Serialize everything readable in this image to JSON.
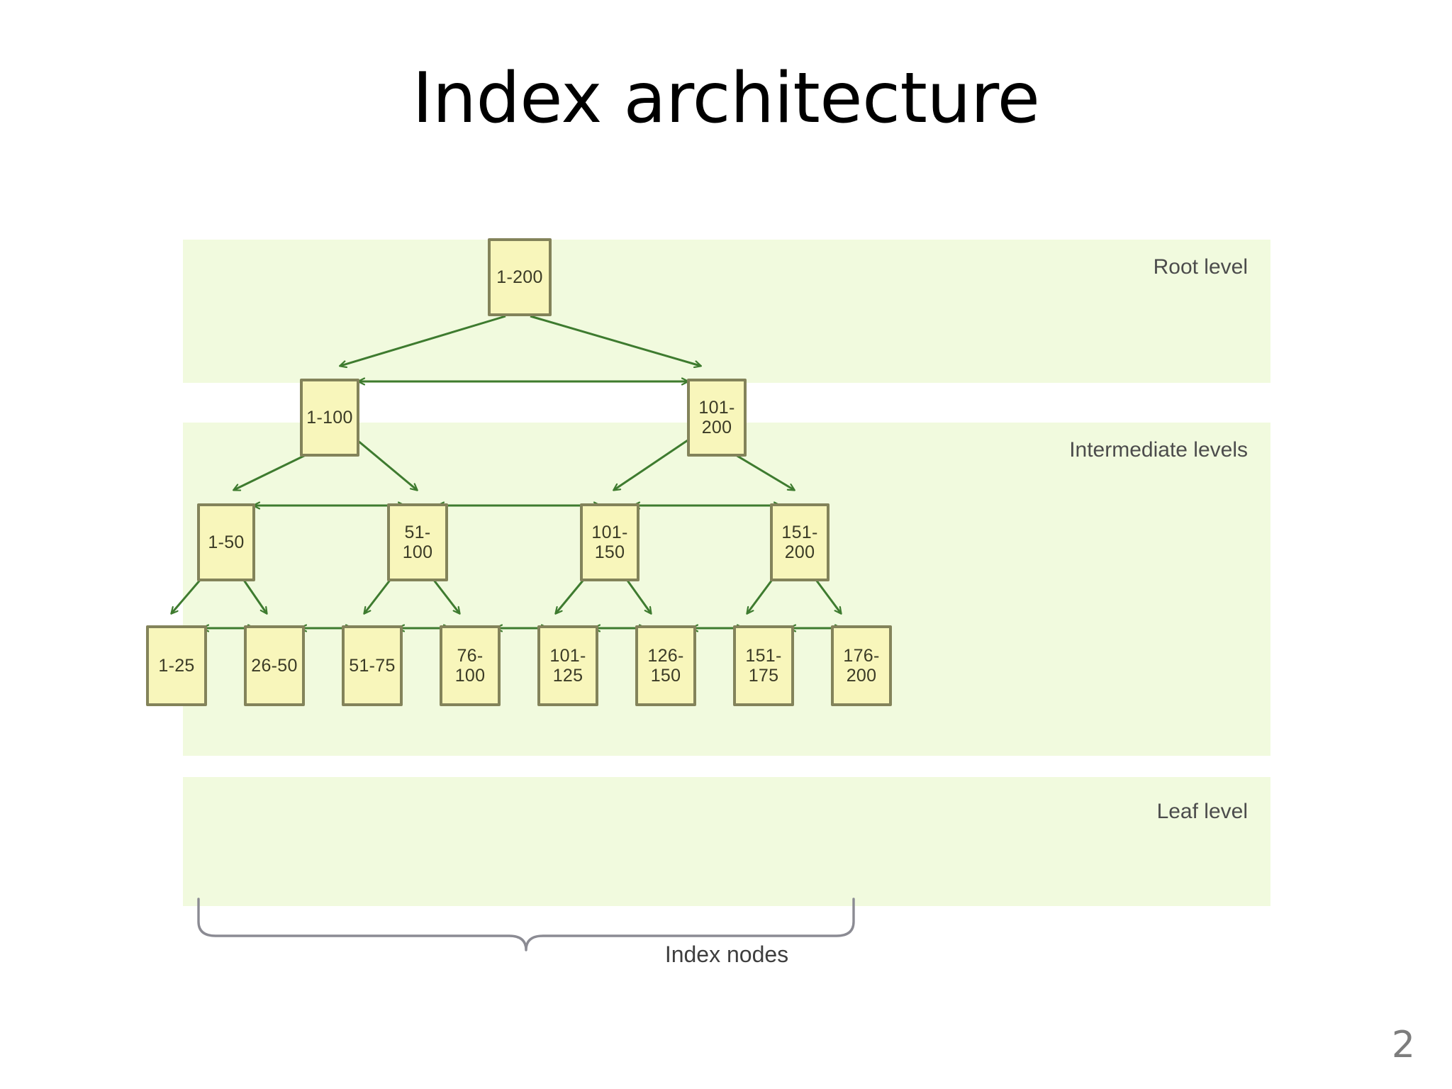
{
  "slide": {
    "title": "Index architecture",
    "page_number": "2",
    "caption": "Index nodes"
  },
  "colors": {
    "band_background": "#f1fade",
    "node_fill": "#f8f6bb",
    "node_border": "#83835a",
    "edge": "#3e7b2f",
    "title_text": "#000000",
    "label_text": "#4c4c4c",
    "page_number_text": "#7d7d7d",
    "brace": "#8b8b93"
  },
  "diagram": {
    "bands": [
      {
        "id": "root",
        "label": "Root level"
      },
      {
        "id": "intermediate",
        "label": "Intermediate levels"
      },
      {
        "id": "leaf",
        "label": "Leaf level"
      }
    ],
    "levels": [
      {
        "id": "root-level",
        "nodes": [
          {
            "id": "root-1-200",
            "label": "1-200"
          }
        ]
      },
      {
        "id": "intermediate-level-1",
        "nodes": [
          {
            "id": "mid1-1-100",
            "label": "1-100"
          },
          {
            "id": "mid1-101-200",
            "label": "101-\n200"
          }
        ]
      },
      {
        "id": "intermediate-level-2",
        "nodes": [
          {
            "id": "mid2-1-50",
            "label": "1-50"
          },
          {
            "id": "mid2-51-100",
            "label": "51-100"
          },
          {
            "id": "mid2-101-150",
            "label": "101-\n150"
          },
          {
            "id": "mid2-151-200",
            "label": "151-\n200"
          }
        ]
      },
      {
        "id": "leaf-level",
        "nodes": [
          {
            "id": "leaf-1-25",
            "label": "1-25"
          },
          {
            "id": "leaf-26-50",
            "label": "26-50"
          },
          {
            "id": "leaf-51-75",
            "label": "51-75"
          },
          {
            "id": "leaf-76-100",
            "label": "76-100"
          },
          {
            "id": "leaf-101-125",
            "label": "101-\n125"
          },
          {
            "id": "leaf-126-150",
            "label": "126-\n150"
          },
          {
            "id": "leaf-151-175",
            "label": "151-\n175"
          },
          {
            "id": "leaf-176-200",
            "label": "176-\n200"
          }
        ]
      }
    ]
  }
}
